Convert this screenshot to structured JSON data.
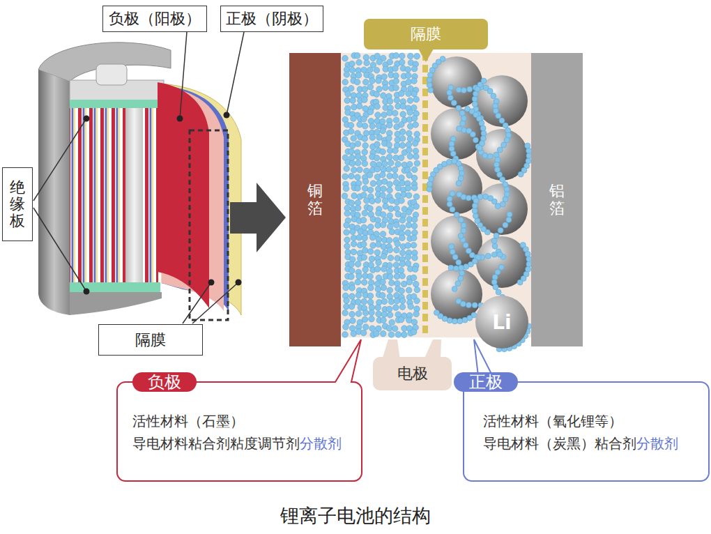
{
  "diagram": {
    "caption": "锂离子电池的结构",
    "nodes": [
      {
        "text": [
          "负极（阳极）"
        ]
      },
      {
        "text": [
          "正极（阴极）"
        ]
      },
      {
        "text": [
          "隔膜"
        ]
      },
      {
        "text": [
          "绝缘板"
        ]
      },
      {
        "text": [
          "铜箔"
        ]
      },
      {
        "text": [
          "铝箔"
        ]
      },
      {
        "text": [
          "Li"
        ]
      },
      {
        "text": [
          "隔膜"
        ]
      },
      {
        "text": [
          "电极"
        ]
      },
      {
        "text": [
          "负极",
          "活性材料（石墨）",
          "导电材料粘合剂",
          "粘度调节剂",
          "分散剂"
        ]
      },
      {
        "text": [
          "正极",
          "活性材料（氧化锂等）",
          "导电材料（炭黑）",
          "粘合剂",
          "分散剂"
        ]
      }
    ]
  }
}
